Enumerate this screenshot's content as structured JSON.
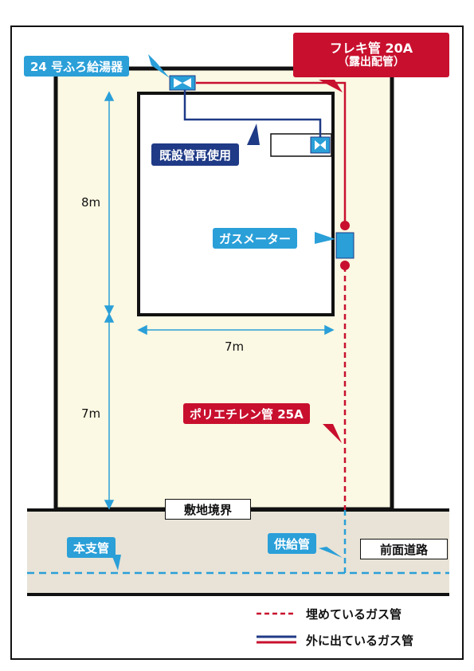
{
  "labels": {
    "water_heater": "24 号ふろ給湯器",
    "flex_pipe_line1": "フレキ管 20A",
    "flex_pipe_line2": "（露出配管）",
    "existing_pipe": "既設管再使用",
    "gas_meter": "ガスメーター",
    "polyethylene_pipe": "ポリエチレン管 25A",
    "site_boundary": "敷地境界",
    "main_pipe": "本支管",
    "supply_pipe": "供給管",
    "front_road": "前面道路"
  },
  "dimensions": {
    "house_height": "8m",
    "house_width": "7m",
    "yard_depth": "7m"
  },
  "legend": {
    "buried": "埋めているガス管",
    "exposed": "外に出ているガス管"
  },
  "colors": {
    "lot_fill": "#fbf8e3",
    "road_fill": "#e8e3d6",
    "cyan": "#2a9fd8",
    "navy": "#1f3a86",
    "red": "#c8102e",
    "dim_arrow": "#2a9fd8"
  }
}
